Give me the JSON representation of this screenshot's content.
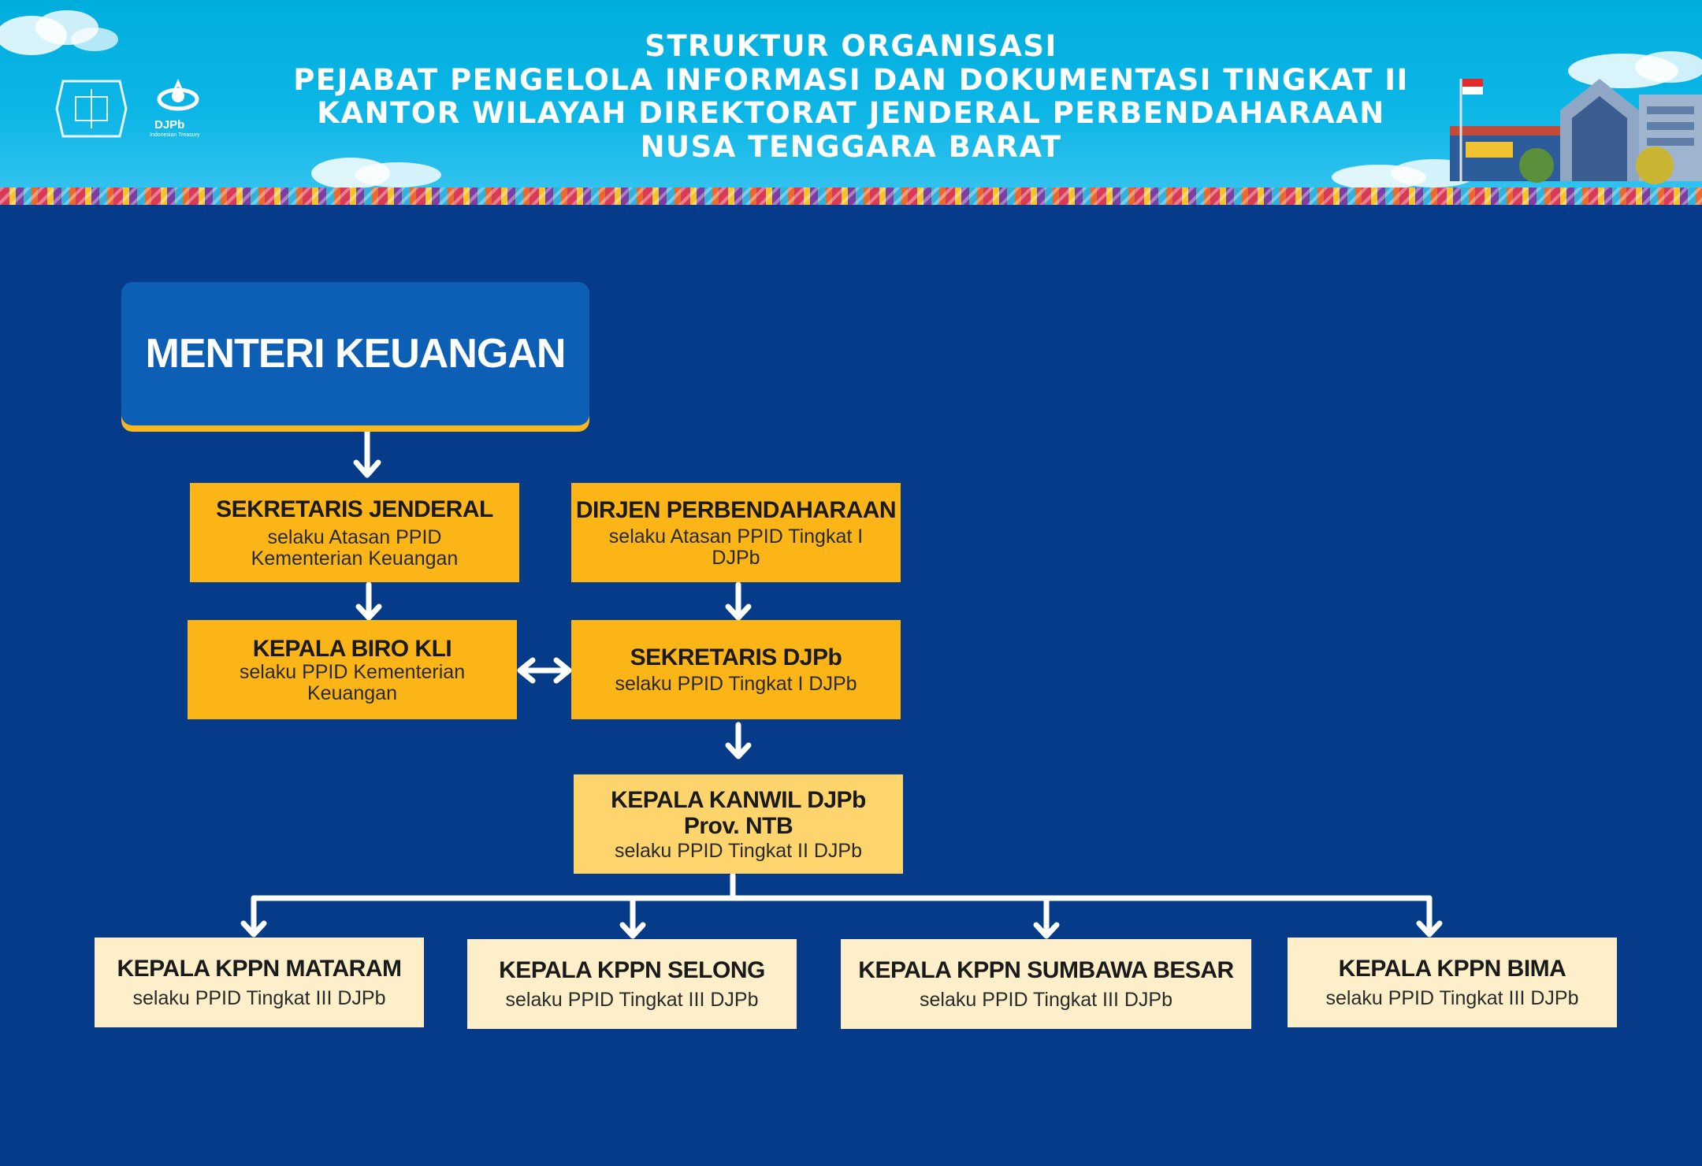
{
  "header": {
    "title_lines": [
      "STRUKTUR ORGANISASI",
      "PEJABAT PENGELOLA INFORMASI DAN DOKUMENTASI TINGKAT II",
      "KANTOR WILAYAH DIREKTORAT JENDERAL PERBENDAHARAAN",
      "NUSA TENGGARA BARAT"
    ],
    "logo_text": "DJPb",
    "logo_subtext": "Indonesian Treasury"
  },
  "nodes": {
    "menteri": {
      "title": "MENTERI KEUANGAN"
    },
    "sekjen": {
      "title": "SEKRETARIS JENDERAL",
      "sub1": "selaku Atasan PPID",
      "sub2": "Kementerian Keuangan"
    },
    "dirjen": {
      "title": "DIRJEN PERBENDAHARAAN",
      "sub1": "selaku Atasan PPID Tingkat I",
      "sub2": "DJPb"
    },
    "biro": {
      "title": "KEPALA BIRO KLI",
      "sub1": "selaku PPID Kementerian",
      "sub2": "Keuangan"
    },
    "sekretaris_djpb": {
      "title": "SEKRETARIS DJPb",
      "sub1": "selaku PPID Tingkat I DJPb"
    },
    "kanwil": {
      "title1": "KEPALA KANWIL DJPb",
      "title2": "Prov. NTB",
      "sub1": "selaku PPID Tingkat II DJPb"
    },
    "kppn": [
      {
        "title": "KEPALA KPPN MATARAM",
        "sub1": "selaku PPID Tingkat III DJPb"
      },
      {
        "title": "KEPALA KPPN SELONG",
        "sub1": "selaku PPID Tingkat III DJPb"
      },
      {
        "title": "KEPALA KPPN SUMBAWA BESAR",
        "sub1": "selaku PPID Tingkat III DJPb"
      },
      {
        "title": "KEPALA KPPN BIMA",
        "sub1": "selaku PPID Tingkat III DJPb"
      }
    ]
  },
  "colors": {
    "background": "#053b88",
    "header": "#00aedd",
    "box_gold": "#fbb517",
    "box_light_gold": "#fed46c",
    "box_cream": "#fdefc9",
    "menteri_box": "#0d5fb5"
  }
}
